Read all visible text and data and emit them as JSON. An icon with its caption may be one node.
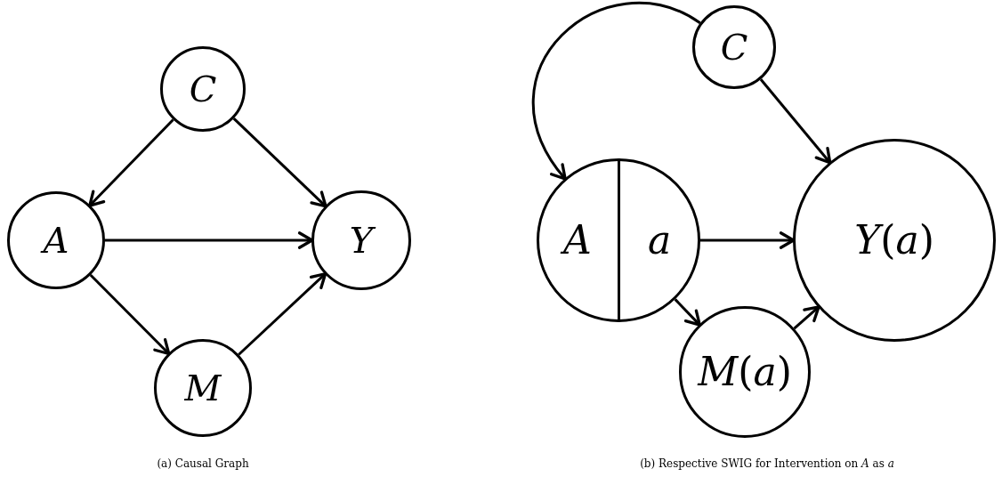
{
  "diagram": {
    "nodes": [
      {
        "text": [
          "C"
        ]
      },
      {
        "text": [
          "A"
        ]
      },
      {
        "text": [
          "Y"
        ]
      },
      {
        "text": [
          "M"
        ]
      },
      {
        "text": [
          "C"
        ]
      },
      {
        "text": [
          "A",
          "a"
        ]
      },
      {
        "text": [
          "*Y*(*a*)"
        ]
      },
      {
        "text": [
          "*M*(*a*)"
        ]
      }
    ],
    "edges": [
      {
        "from": 0,
        "to": 1,
        "arrow": "to"
      },
      {
        "from": 0,
        "to": 2,
        "arrow": "to"
      },
      {
        "from": 1,
        "to": 2,
        "arrow": "to"
      },
      {
        "from": 1,
        "to": 3,
        "arrow": "to"
      },
      {
        "from": 3,
        "to": 2,
        "arrow": "to"
      },
      {
        "from": 4,
        "to": 5,
        "arrow": "to"
      },
      {
        "from": 4,
        "to": 6,
        "arrow": "to"
      },
      {
        "from": 5,
        "to": 6,
        "arrow": "to"
      },
      {
        "from": 5,
        "to": 7,
        "arrow": "to"
      },
      {
        "from": 7,
        "to": 6,
        "arrow": "to"
      }
    ],
    "labels": [
      "(a) Causal Graph",
      "(b) Respective SWIG for Intervention on *A* as *a*"
    ]
  }
}
